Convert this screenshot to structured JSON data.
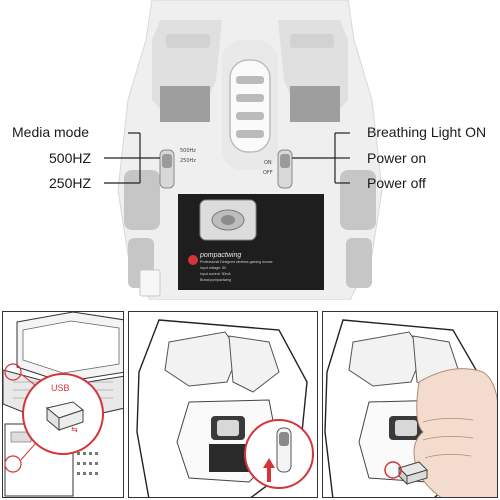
{
  "callouts_left": {
    "media_mode": "Media mode",
    "hz500": "500HZ",
    "hz250": "250HZ"
  },
  "callouts_right": {
    "breathing_light": "Breathing Light ON",
    "power_on": "Power on",
    "power_off": "Power off"
  },
  "mouse_switches": {
    "left_switch_labels": [
      "500Hz",
      "250Hz"
    ],
    "right_switch_labels": [
      "ON",
      "OFF"
    ]
  },
  "label_sticker": {
    "brand": "pompactwing",
    "lines": [
      "Professional Designed wireless gaming mouse",
      "Input voltage: 5V",
      "Input current: 30mA",
      "Brand:pompactwing"
    ]
  },
  "panel1": {
    "receiver_label": "USB"
  },
  "colors": {
    "accent_red": "#d4343a",
    "mouse_body": "#f3f3f3",
    "mouse_gray": "#9a9a9a",
    "label_dark": "#1d1d1d"
  }
}
